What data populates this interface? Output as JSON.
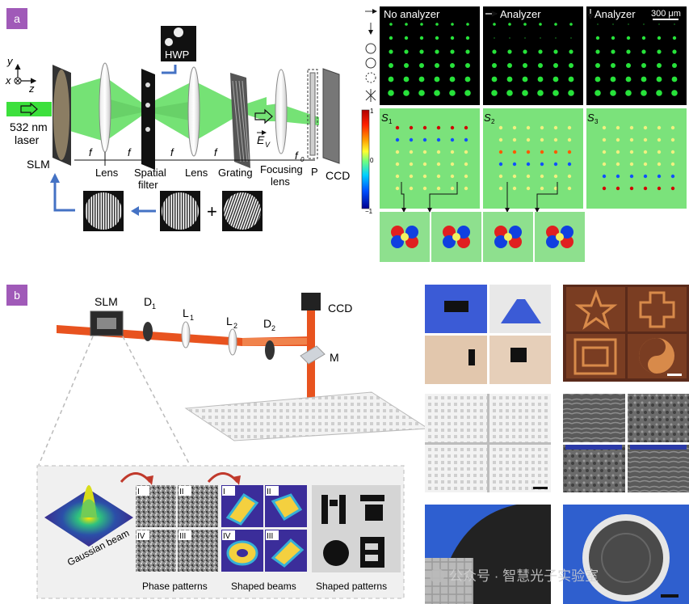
{
  "panel_a": {
    "label": "a",
    "setup": {
      "axes": {
        "y": "y",
        "x": "x",
        "z": "z"
      },
      "laser_wavelength": "532 nm",
      "laser_word": "laser",
      "hwp": "HWP",
      "focal_f": "f",
      "focal_f0": "f",
      "focal_f0_sub": "0",
      "ev": "E",
      "ev_sub": "V",
      "labels": {
        "slm": "SLM",
        "lens1": "Lens",
        "spatial1": "Spatial",
        "spatial2": "filter",
        "lens2": "Lens",
        "grating": "Grating",
        "focusing1": "Focusing",
        "focusing2": "lens",
        "p": "P",
        "ccd": "CCD"
      },
      "plus": "+"
    },
    "results": {
      "titles": [
        "No analyzer",
        "Analyzer",
        "Analyzer"
      ],
      "scale_bar": "300 μm",
      "stokes": [
        {
          "s": "S",
          "sub": "1"
        },
        {
          "s": "S",
          "sub": "2"
        },
        {
          "s": "S",
          "sub": "3"
        }
      ],
      "colorbar": {
        "max": "1",
        "mid": "0",
        "min": "−1",
        "colors": [
          "#c00000",
          "#ff3000",
          "#ffa000",
          "#ffff30",
          "#70ff80",
          "#00d0ff",
          "#0050ff",
          "#000090"
        ]
      },
      "accent_green": "#27e23a"
    }
  },
  "panel_b": {
    "label": "b",
    "setup": {
      "slm": "SLM",
      "d1": "D",
      "d1_sub": "1",
      "l1": "L",
      "l1_sub": "1",
      "l2": "L",
      "l2_sub": "2",
      "d2": "D",
      "d2_sub": "2",
      "ccd": "CCD",
      "m": "M"
    },
    "inset": {
      "gaussian": "Gaussian beam",
      "roman": [
        "I",
        "II",
        "IV",
        "III"
      ],
      "captions": [
        "Phase patterns",
        "Shaped beams",
        "Shaped patterns"
      ]
    },
    "watermark": "公众号 · 智慧光子实验室"
  },
  "colors": {
    "panel_label_bg": "#a05ab8",
    "beam_green": "#3ce03c",
    "beam_red": "#e8531f",
    "arrow_blue": "#4472c4"
  }
}
